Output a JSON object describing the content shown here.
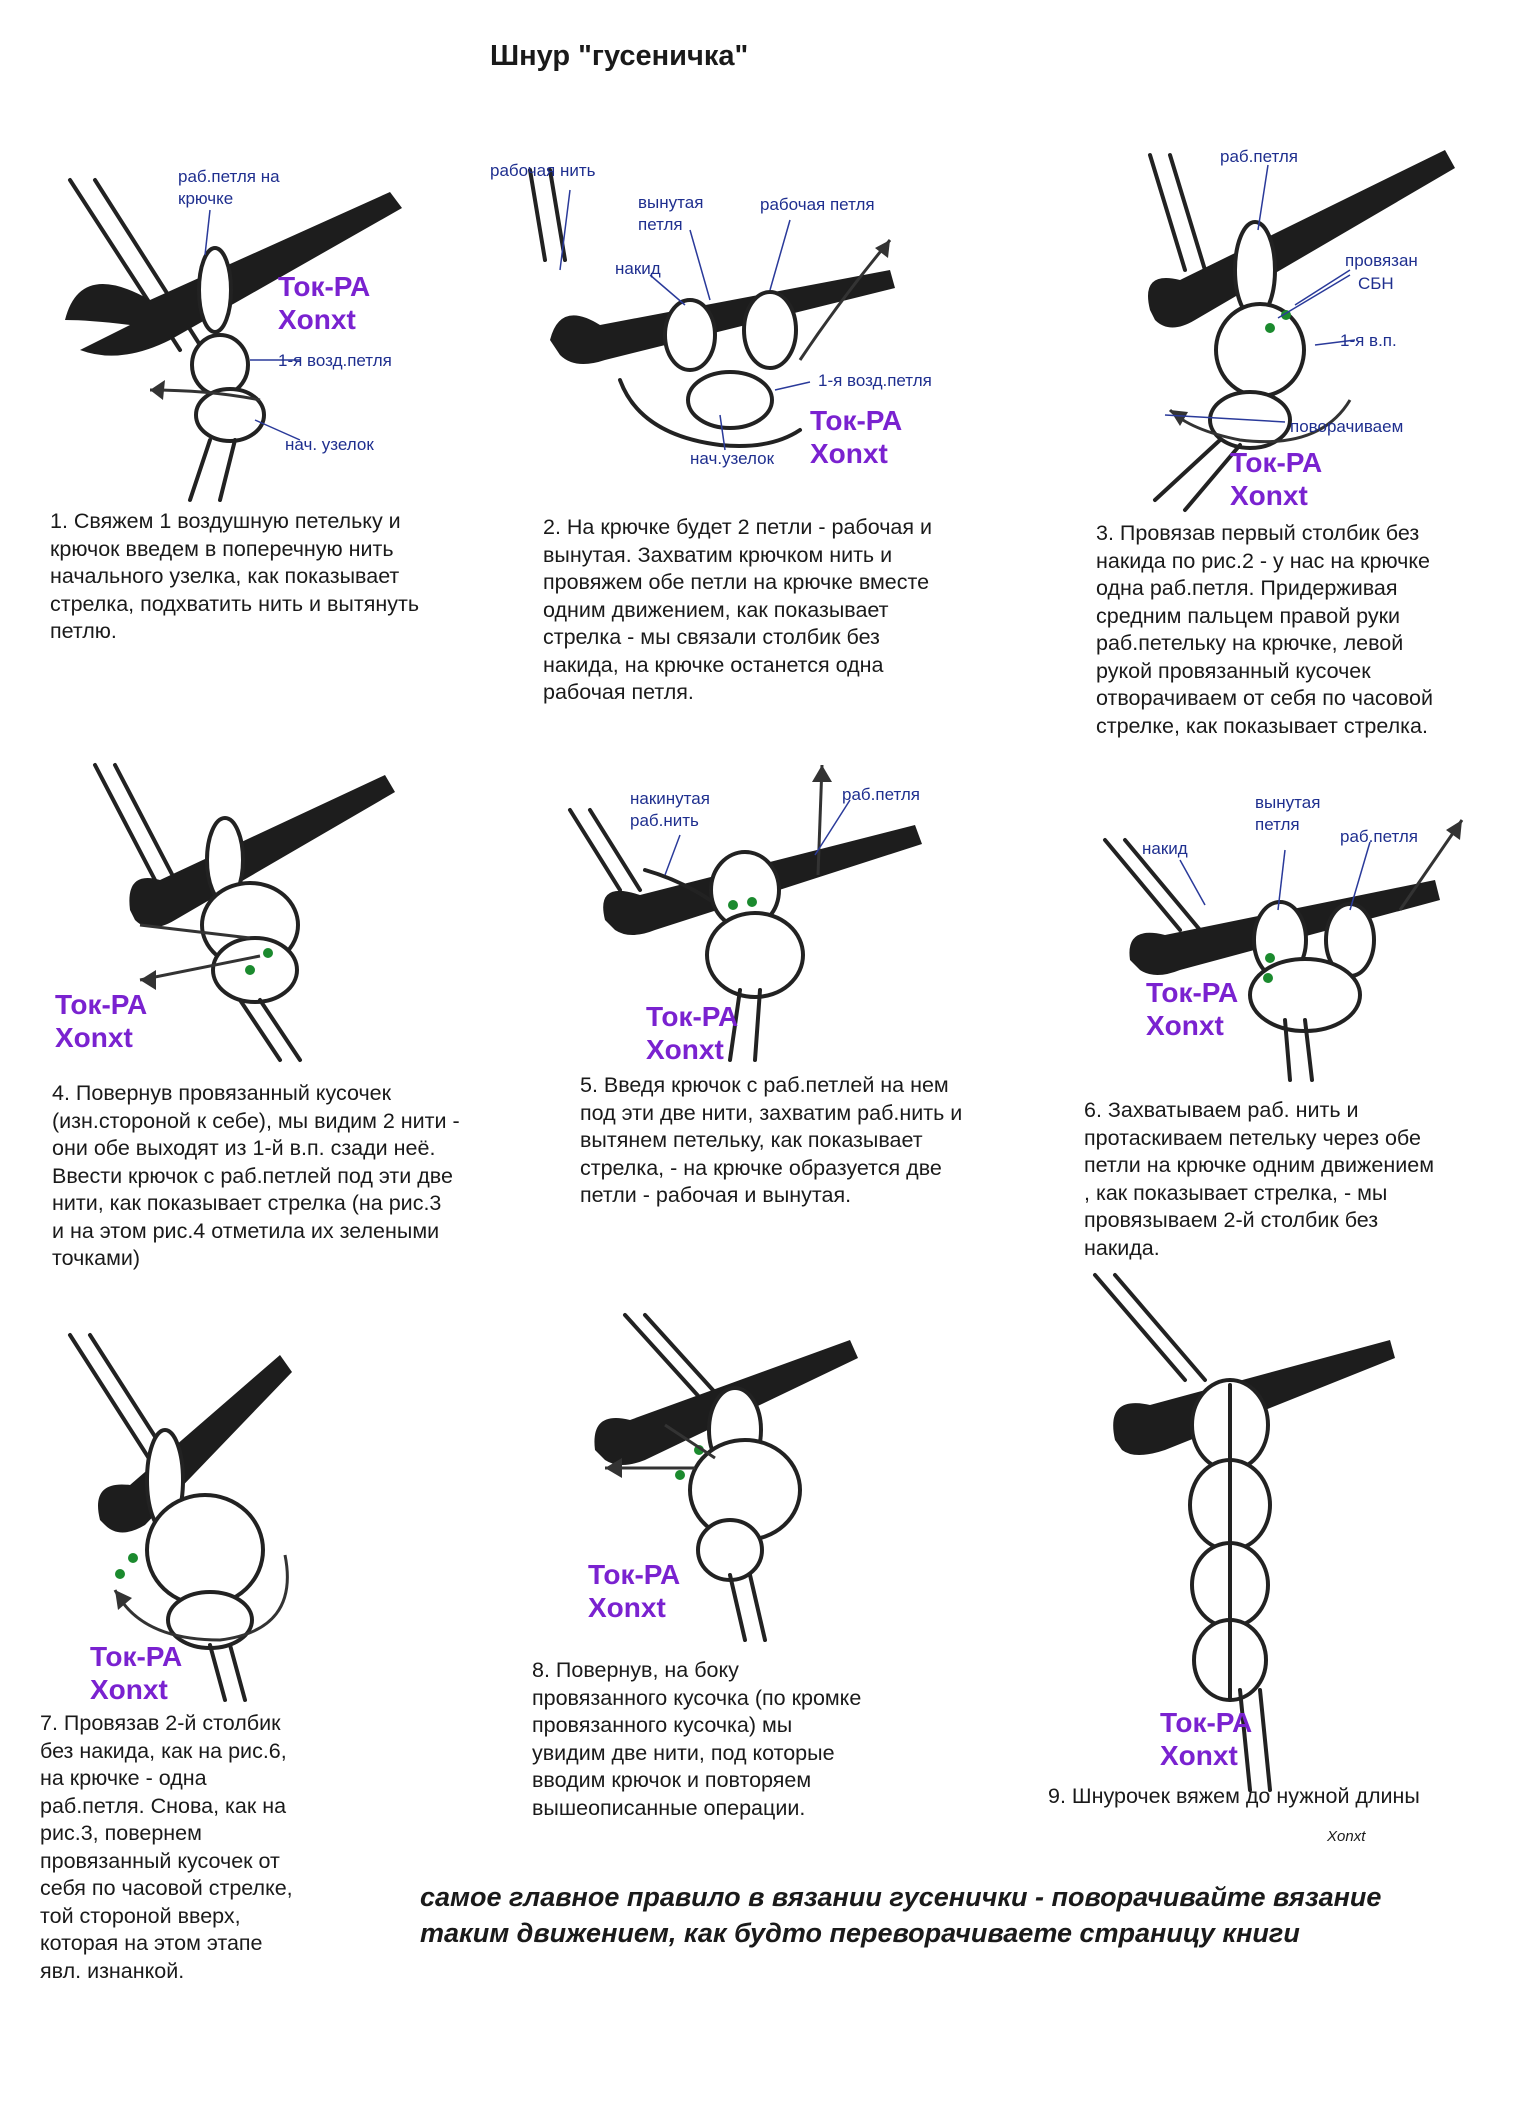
{
  "title": "Шнур \"гусеничка\"",
  "watermark": [
    "Ток-РА",
    "Xonxt"
  ],
  "signature": "Xonxt",
  "steps": [
    {
      "labels": [
        "раб.петля на",
        "крючке",
        "1-я возд.петля",
        "нач. узелок"
      ],
      "caption": [
        "1. Свяжем 1 воздушную петельку и",
        "крючок введем в поперечную нить",
        "начального узелка, как показывает",
        "стрелка, подхватить нить и вытянуть",
        "петлю."
      ]
    },
    {
      "labels": [
        "рабочая нить",
        "вынутая",
        "петля",
        "рабочая петля",
        "накид",
        "1-я возд.петля",
        "нач.узелок"
      ],
      "caption": [
        "2. На крючке будет 2 петли - рабочая и",
        "вынутая. Захватим крючком нить и",
        "провяжем обе петли на крючке вместе",
        "одним движением, как показывает",
        "стрелка - мы связали столбик без",
        "накида, на крючке останется одна",
        "рабочая петля."
      ]
    },
    {
      "labels": [
        "раб.петля",
        "провязан",
        "СБН",
        "1-я в.п.",
        "поворачиваем"
      ],
      "caption": [
        "3. Провязав первый столбик без",
        "накида по рис.2 - у нас на крючке",
        "одна раб.петля. Придерживая",
        "средним пальцем правой руки",
        "раб.петельку на крючке, левой",
        "рукой провязанный кусочек",
        "отворачиваем от себя по часовой",
        "стрелке, как показывает стрелка."
      ]
    },
    {
      "labels": [],
      "caption": [
        "4. Повернув провязанный кусочек",
        "(изн.стороной к себе), мы видим 2 нити -",
        "они обе выходят из 1-й в.п. сзади неё.",
        "Ввести крючок с раб.петлей под эти две",
        "нити, как показывает стрелка (на рис.3",
        "и на этом рис.4 отметила их зелеными",
        "точками)"
      ]
    },
    {
      "labels": [
        "накинутая",
        "раб.нить",
        "раб.петля"
      ],
      "caption": [
        "5. Введя крючок с раб.петлей на нем",
        "под эти две нити, захватим раб.нить и",
        "вытянем петельку, как показывает",
        "стрелка, - на крючке образуется две",
        "петли - рабочая и вынутая."
      ]
    },
    {
      "labels": [
        "вынутая",
        "петля",
        "накид",
        "раб.петля"
      ],
      "caption": [
        "6. Захватываем раб. нить и",
        "протаскиваем петельку через обе",
        "петли на крючке одним движением",
        ", как показывает стрелка, - мы",
        "провязываем 2-й столбик без",
        "накида."
      ]
    },
    {
      "labels": [],
      "caption": [
        "7. Провязав 2-й столбик",
        "без накида, как на рис.6,",
        "на крючке - одна",
        "раб.петля. Снова, как на",
        "рис.3, повернем",
        "провязанный кусочек от",
        "себя по часовой стрелке,",
        "той стороной вверх,",
        "которая на этом этапе",
        "явл. изнанкой."
      ]
    },
    {
      "labels": [],
      "caption": [
        "8. Повернув, на боку",
        "провязанного кусочка (по кромке",
        "провязанного кусочка) мы",
        "увидим две нити, под которые",
        "вводим крючок и повторяем",
        "вышеописанные операции."
      ]
    },
    {
      "labels": [],
      "caption": [
        "9. Шнурочек вяжем до нужной длины"
      ]
    }
  ],
  "rule": [
    "самое главное правило в вязании гусенички - поворачивайте вязание",
    "таким движением, как будто переворачиваете страницу книги"
  ]
}
